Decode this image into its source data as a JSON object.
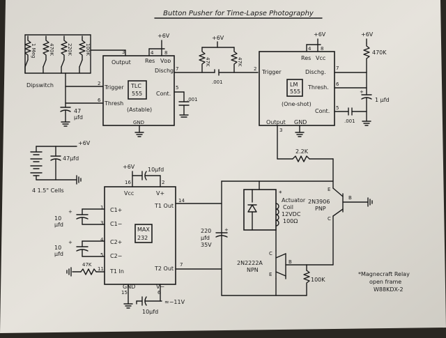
{
  "title": "Button Pusher for Time-Lapse Photography",
  "dipswitch": {
    "r1": "1 Meg",
    "r2": "470K",
    "r3": "220K",
    "r4": "100K",
    "label": "Dipswitch"
  },
  "u1": {
    "pin3": "3",
    "output": "Output",
    "res": "Res",
    "vdd": "Vᴅᴅ",
    "disch": "Dischg.",
    "trigger": "Trigger",
    "thresh": "Thresh",
    "cont": "Cont.",
    "part1": "TLC",
    "part2": "555",
    "mode": "(Astable)",
    "gnd": "GND",
    "supply": "+6V",
    "pin4": "4",
    "pin8": "8",
    "pin2": "2",
    "pin6": "6",
    "pin5": "5",
    "pin7": "7",
    "ctiming": "47",
    "ctiming_unit": "μfd",
    "ccont": ".001"
  },
  "coupling": {
    "cap": ".001",
    "supply": "+6V",
    "ra": "47K",
    "rb": "47K"
  },
  "u2": {
    "pin2": "2",
    "res": "Res",
    "vcc": "Vcc",
    "trigger": "Trigger",
    "disch": "Dischg.",
    "thresh": "Thresh.",
    "cont": "Cont.",
    "output": "Output",
    "gnd": "GND",
    "part1": "LM",
    "part2": "555",
    "mode": "(One-shot)",
    "supply": "+6V",
    "pin4": "4",
    "pin8": "8",
    "pin7": "7",
    "pin6": "6",
    "pin5": "5",
    "pin3": "3",
    "rsupply": "+6V",
    "rtiming": "470K",
    "ctiming": "1 μfd",
    "plus": "+",
    "ccont": ".001",
    "rbase": "2.2K"
  },
  "battery": {
    "cap": "47μfd",
    "supply": "+6V",
    "cells": "4 1.5\" Cells"
  },
  "u3": {
    "supply": "+6V",
    "pin16": "16",
    "pin2": "2",
    "cvplus": "10μfd",
    "vcc": "Vcc",
    "vsplus": "V+",
    "c1p": "C1+",
    "c1m": "C1−",
    "c2p": "C2+",
    "c2m": "C2−",
    "t1in": "T1 In",
    "t1out": "T1 Out",
    "t2out": "T2 Out",
    "gnd": "GND",
    "vsminus": "V−",
    "part1": "MAX",
    "part2": "232",
    "pin1": "1",
    "pin3": "3",
    "pin4": "4",
    "pin5": "5",
    "pin11": "11",
    "pin14": "14",
    "pin7": "7",
    "pin15": "15",
    "pin6": "6",
    "c1": "10",
    "c1_unit": "μfd",
    "c2": "10",
    "c2_unit": "μfd",
    "plus": "+",
    "rin": "47K",
    "cvminus": "10μfd",
    "vminus_rail": "≈−11V"
  },
  "output": {
    "cbulk": "220",
    "cbulk_unit": "μfd",
    "cbulk_voltage": "35V",
    "star": "*",
    "coil1": "Actuator",
    "coil2": "Coil",
    "coil3": "12VDC",
    "coil4": "100Ω",
    "npn_c": "C",
    "npn_b": "B",
    "npn_e": "E",
    "npn": "2N2222A",
    "npn_type": "NPN",
    "rpull": "100K",
    "pnp_e": "E",
    "pnp_b": "B",
    "pnp_c": "C",
    "pnp": "2N3906",
    "pnp_type": "PNP"
  },
  "note": {
    "line1": "*Magnecraft Relay",
    "line2": "open frame",
    "line3": "W88KDX-2"
  }
}
